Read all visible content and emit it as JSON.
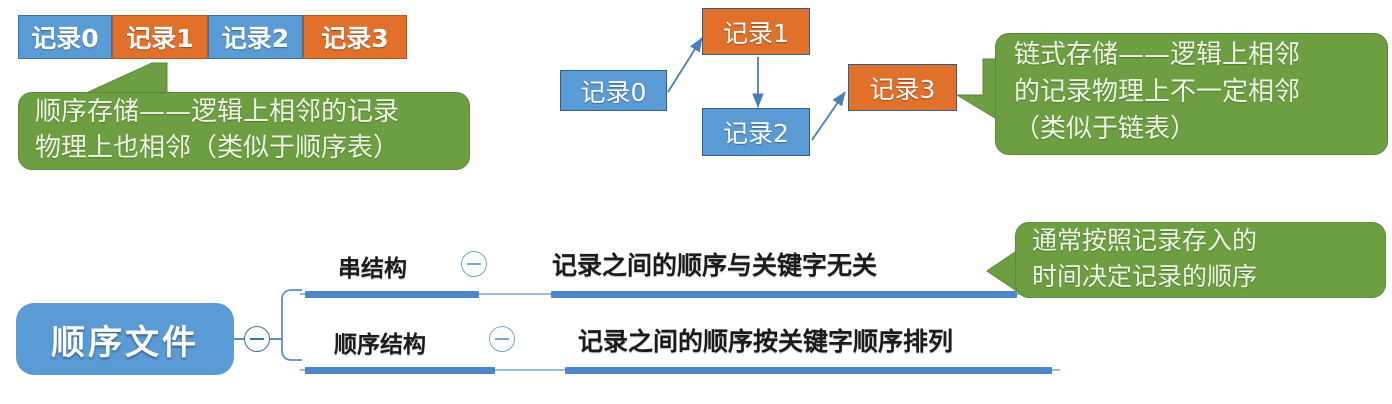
{
  "sequential_storage": {
    "records": [
      {
        "label": "记录0",
        "color": "#5b9bd5",
        "style": "blue"
      },
      {
        "label": "记录1",
        "color": "#e1702a",
        "style": "orange"
      },
      {
        "label": "记录2",
        "color": "#5b9bd5",
        "style": "blue"
      },
      {
        "label": "记录3",
        "color": "#e1702a",
        "style": "orange"
      }
    ],
    "callout": {
      "lines": [
        "顺序存储——逻辑上相邻的记录",
        "物理上也相邻（类似于顺序表）"
      ],
      "color": "#6e9e42"
    }
  },
  "linked_storage": {
    "nodes": [
      {
        "label": "记录0",
        "style": "blue"
      },
      {
        "label": "记录1",
        "style": "orange"
      },
      {
        "label": "记录2",
        "style": "blue"
      },
      {
        "label": "记录3",
        "style": "orange"
      }
    ],
    "arrow_color": "#4a7fb5",
    "callout": {
      "lines": [
        "链式存储——逻辑上相邻",
        "的记录物理上不一定相邻",
        "（类似于链表）"
      ],
      "color": "#6e9e42"
    }
  },
  "mindmap": {
    "root": {
      "label": "顺序文件",
      "color": "#5b9bd5"
    },
    "branches": [
      {
        "label": "串结构",
        "leaf": "记录之间的顺序与关键字无关",
        "collapse_icon": "minus-circle-icon"
      },
      {
        "label": "顺序结构",
        "leaf": "记录之间的顺序按关键字顺序排列",
        "collapse_icon": "minus-circle-icon"
      }
    ],
    "root_collapse_icon": "minus-circle-icon",
    "bar_color": "#4a86c8",
    "callout": {
      "lines": [
        "通常按照记录存入的",
        "时间决定记录的顺序"
      ],
      "color": "#6e9e42"
    }
  }
}
